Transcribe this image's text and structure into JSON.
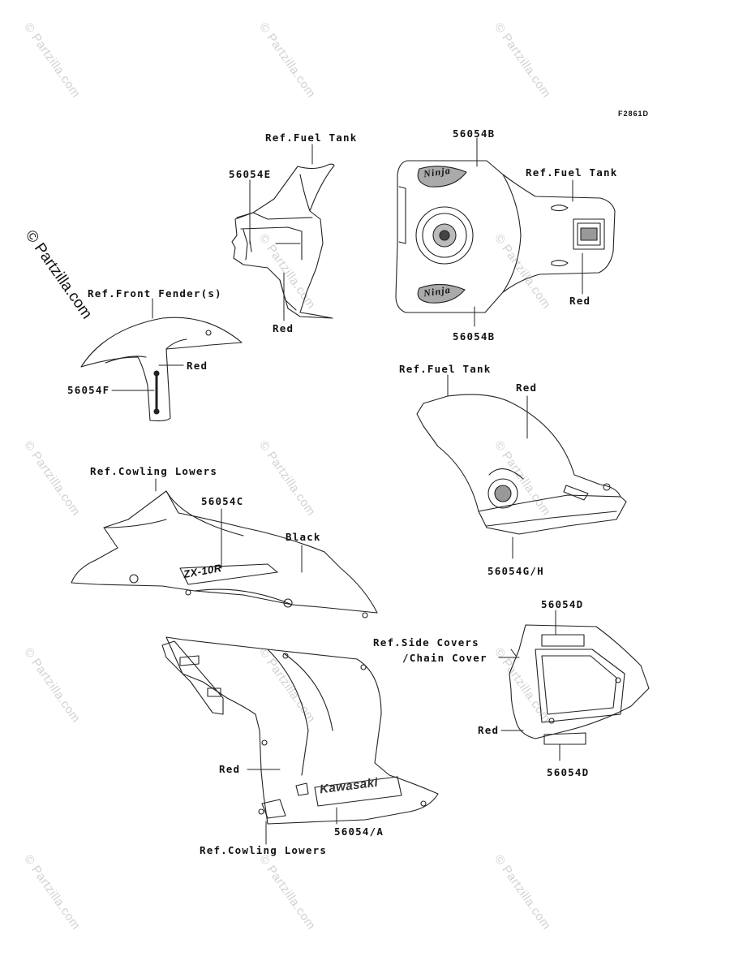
{
  "diagram_code": "F2861D",
  "watermark_text": "© Partzilla.com",
  "labels": {
    "ref_fuel_tank_1": "Ref.Fuel Tank",
    "p56054e": "56054E",
    "red_tank_cover": "Red",
    "p56054b_top": "56054B",
    "ref_fuel_tank_2": "Ref.Fuel Tank",
    "red_fuel_tank": "Red",
    "p56054b_bottom": "56054B",
    "ref_front_fender": "Ref.Front Fender(s)",
    "red_fender": "Red",
    "p56054f": "56054F",
    "ref_fuel_tank_3": "Ref.Fuel Tank",
    "red_tank_side": "Red",
    "p56054gh": "56054G/H",
    "ref_cowling_lowers_1": "Ref.Cowling Lowers",
    "p56054c": "56054C",
    "black": "Black",
    "p56054d_top": "56054D",
    "ref_side_covers": "Ref.Side Covers",
    "chain_cover": "/Chain Cover",
    "red_side_cover": "Red",
    "p56054d_bottom": "56054D",
    "red_cowling": "Red",
    "p56054a": "56054/A",
    "ref_cowling_lowers_2": "Ref.Cowling Lowers"
  },
  "decal_text": {
    "zx10r": "ZX-10R",
    "kawasaki": "Kawasaki",
    "ninja_top": "Ninja",
    "ninja_bottom": "Ninja"
  }
}
